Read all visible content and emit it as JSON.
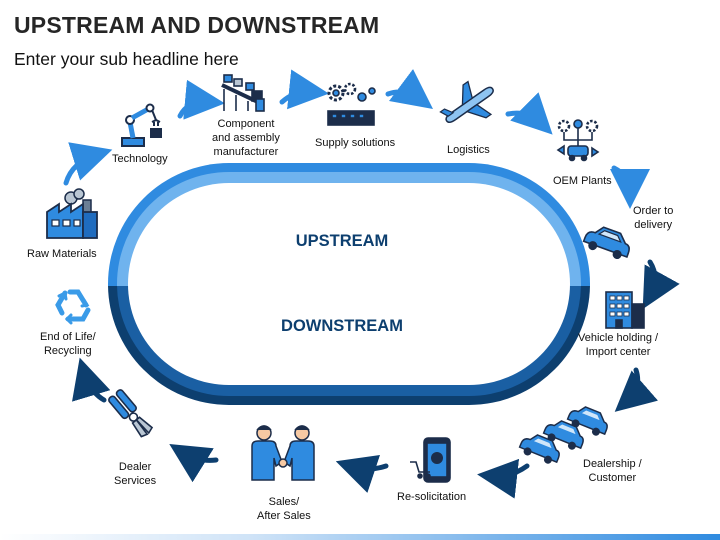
{
  "header": {
    "title": "UPSTREAM AND DOWNSTREAM",
    "subtitle": "Enter your sub headline here"
  },
  "center": {
    "upstream": "UPSTREAM",
    "downstream": "DOWNSTREAM"
  },
  "stages": [
    {
      "lines": [
        "Raw Materials"
      ],
      "icon": "factory-icon"
    },
    {
      "lines": [
        "Technology"
      ],
      "icon": "robot-arm-icon"
    },
    {
      "lines": [
        "Component",
        "and assembly",
        "manufacturer"
      ],
      "icon": "conveyor-icon"
    },
    {
      "lines": [
        "Supply solutions"
      ],
      "icon": "gears-supply-icon"
    },
    {
      "lines": [
        "Logistics"
      ],
      "icon": "airplane-icon"
    },
    {
      "lines": [
        "OEM Plants"
      ],
      "icon": "plant-network-icon"
    },
    {
      "lines": [
        "Order to",
        "delivery"
      ],
      "icon": "car-icon"
    },
    {
      "lines": [
        "Vehicle holding /",
        "Import center"
      ],
      "icon": "building-icon"
    },
    {
      "lines": [
        "Dealership /",
        "Customer"
      ],
      "icon": "cars-fleet-icon"
    },
    {
      "lines": [
        "Re-solicitation"
      ],
      "icon": "mobile-cart-icon"
    },
    {
      "lines": [
        "Sales/",
        "After Sales"
      ],
      "icon": "handshake-icon"
    },
    {
      "lines": [
        "Dealer",
        "Services"
      ],
      "icon": "pliers-icon"
    },
    {
      "lines": [
        "End of Life/",
        "Recycling"
      ],
      "icon": "recycle-icon"
    }
  ],
  "colors": {
    "light_blue": "#2f8be0",
    "navy": "#0d3f6f",
    "icon_navy": "#1c2d4a",
    "text": "#111111"
  }
}
